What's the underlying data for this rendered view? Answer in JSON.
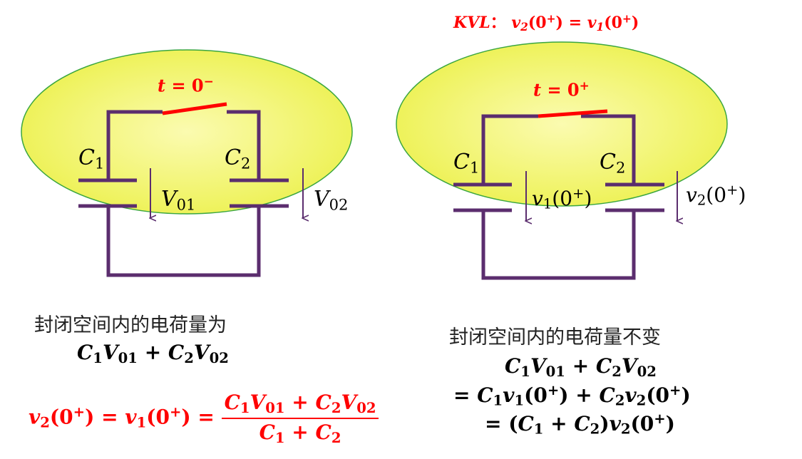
{
  "kvl": {
    "prefix": "KVL",
    "colon": "：",
    "lhs": "v",
    "lhs_sub": "2",
    "arg": "(0",
    "arg_sup": "+",
    "close": ")",
    "eq": " = ",
    "rhs": "v",
    "rhs_sub": "1"
  },
  "left_circuit": {
    "time_t": "t",
    "time_eq": " = 0",
    "time_sup": "−",
    "c1": "C",
    "c1_sub": "1",
    "c2": "C",
    "c2_sub": "2",
    "v1": "V",
    "v1_sub": "01",
    "v2": "V",
    "v2_sub": "02"
  },
  "right_circuit": {
    "time_t": "t",
    "time_eq": " = 0",
    "time_sup": "+",
    "c1": "C",
    "c1_sub": "1",
    "c2": "C",
    "c2_sub": "2",
    "v1": "v",
    "v1_sub": "1",
    "v1_arg": "(0",
    "v1_sup": "+",
    "v1_close": ")",
    "v2": "v",
    "v2_sub": "2",
    "v2_arg": "(0",
    "v2_sup": "+",
    "v2_close": ")"
  },
  "left_text": {
    "caption": "封闭空间内的电荷量为",
    "expr_c1": "C",
    "expr_c1_sub": "1",
    "expr_v1": "V",
    "expr_v1_sub": "01",
    "plus": " + ",
    "expr_c2": "C",
    "expr_c2_sub": "2",
    "expr_v2": "V",
    "expr_v2_sub": "02"
  },
  "formula": {
    "v2": "v",
    "v2_sub": "2",
    "arg": "(0",
    "sup": "+",
    "close": ")",
    "eq": " = ",
    "v1": "v",
    "v1_sub": "1",
    "num_c1": "C",
    "num_c1_sub": "1",
    "num_v1": "V",
    "num_v1_sub": "01",
    "plus": " + ",
    "num_c2": "C",
    "num_c2_sub": "2",
    "num_v2": "V",
    "num_v2_sub": "02",
    "den_c1": "C",
    "den_c1_sub": "1",
    "den_c2": "C",
    "den_c2_sub": "2"
  },
  "right_text": {
    "caption": "封闭空间内的电荷量不变",
    "line1_c1": "C",
    "line1_c1_sub": "1",
    "line1_v1": "V",
    "line1_v1_sub": "01",
    "plus": " + ",
    "line1_c2": "C",
    "line1_c2_sub": "2",
    "line1_v2": "V",
    "line1_v2_sub": "02",
    "eq": "= ",
    "line2_c1": "C",
    "line2_c1_sub": "1",
    "line2_v1": "v",
    "line2_v1_sub": "1",
    "arg": "(0",
    "sup": "+",
    "close": ")",
    "line2_c2": "C",
    "line2_c2_sub": "2",
    "line2_v2": "v",
    "line2_v2_sub": "2",
    "open": "(",
    "line3_c1": "C",
    "line3_c1_sub": "1",
    "line3_c2": "C",
    "line3_c2_sub": "2",
    "rparen": ")",
    "line3_v2": "v",
    "line3_v2_sub": "2"
  },
  "colors": {
    "wire": "#5b2d6e",
    "switch": "#ff0000",
    "ellipse_fill": "#f4f56a",
    "ellipse_stroke": "#3aa640",
    "text_red": "#ff0000"
  }
}
